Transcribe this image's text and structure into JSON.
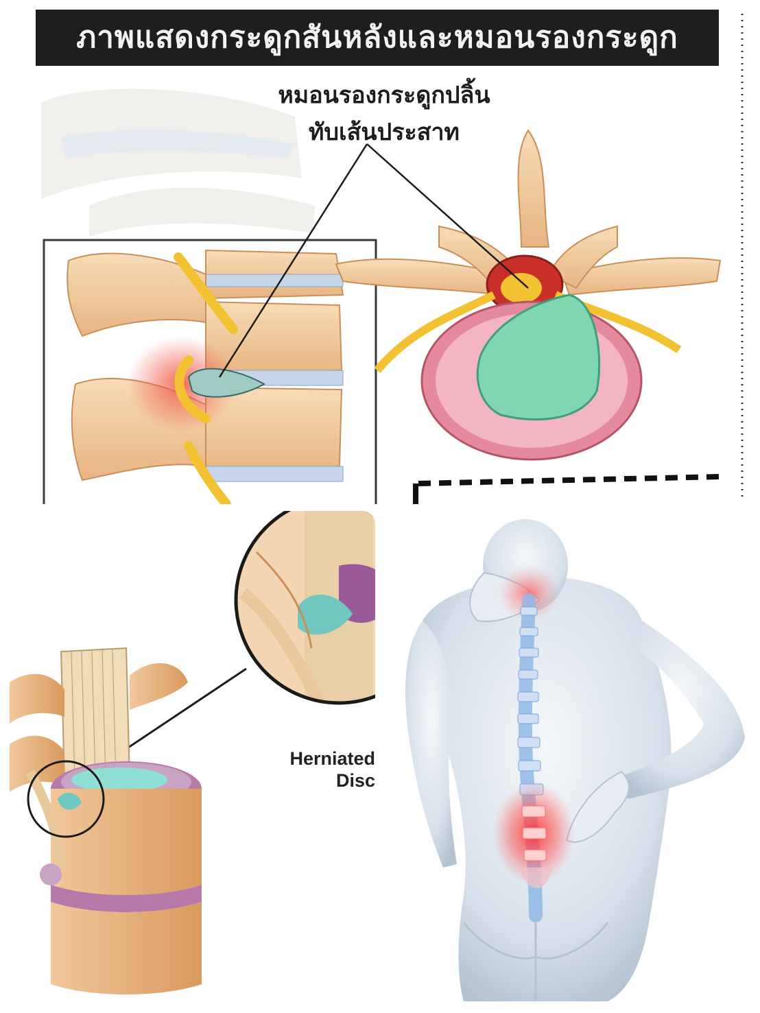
{
  "top_panel": {
    "title": "ภาพแสดงกระดูกสันหลังและหมอนรองกระดูก",
    "callout_line1": "หมอนรองกระดูกปลิ้น",
    "callout_line2": "ทับเส้นประสาท"
  },
  "bottom_left_panel": {
    "label_line1": "Herniated",
    "label_line2": "Disc"
  },
  "colors": {
    "bone": "#f0c89a",
    "bone_dark": "#d9a06a",
    "disc_ring": "#e58a9c",
    "nucleus": "#7fd6b0",
    "nerve": "#f2c233",
    "inflammation": "#ef5a4a",
    "disc_purple": "#b77aa8",
    "body_skin": "#dfe7ef",
    "spine_blue": "#8fb8e6",
    "pain_red": "#ff4040"
  },
  "icons": [
    "spine-side-view",
    "vertebra-cross-section",
    "herniated-disc-magnifier",
    "back-pain-figure"
  ]
}
